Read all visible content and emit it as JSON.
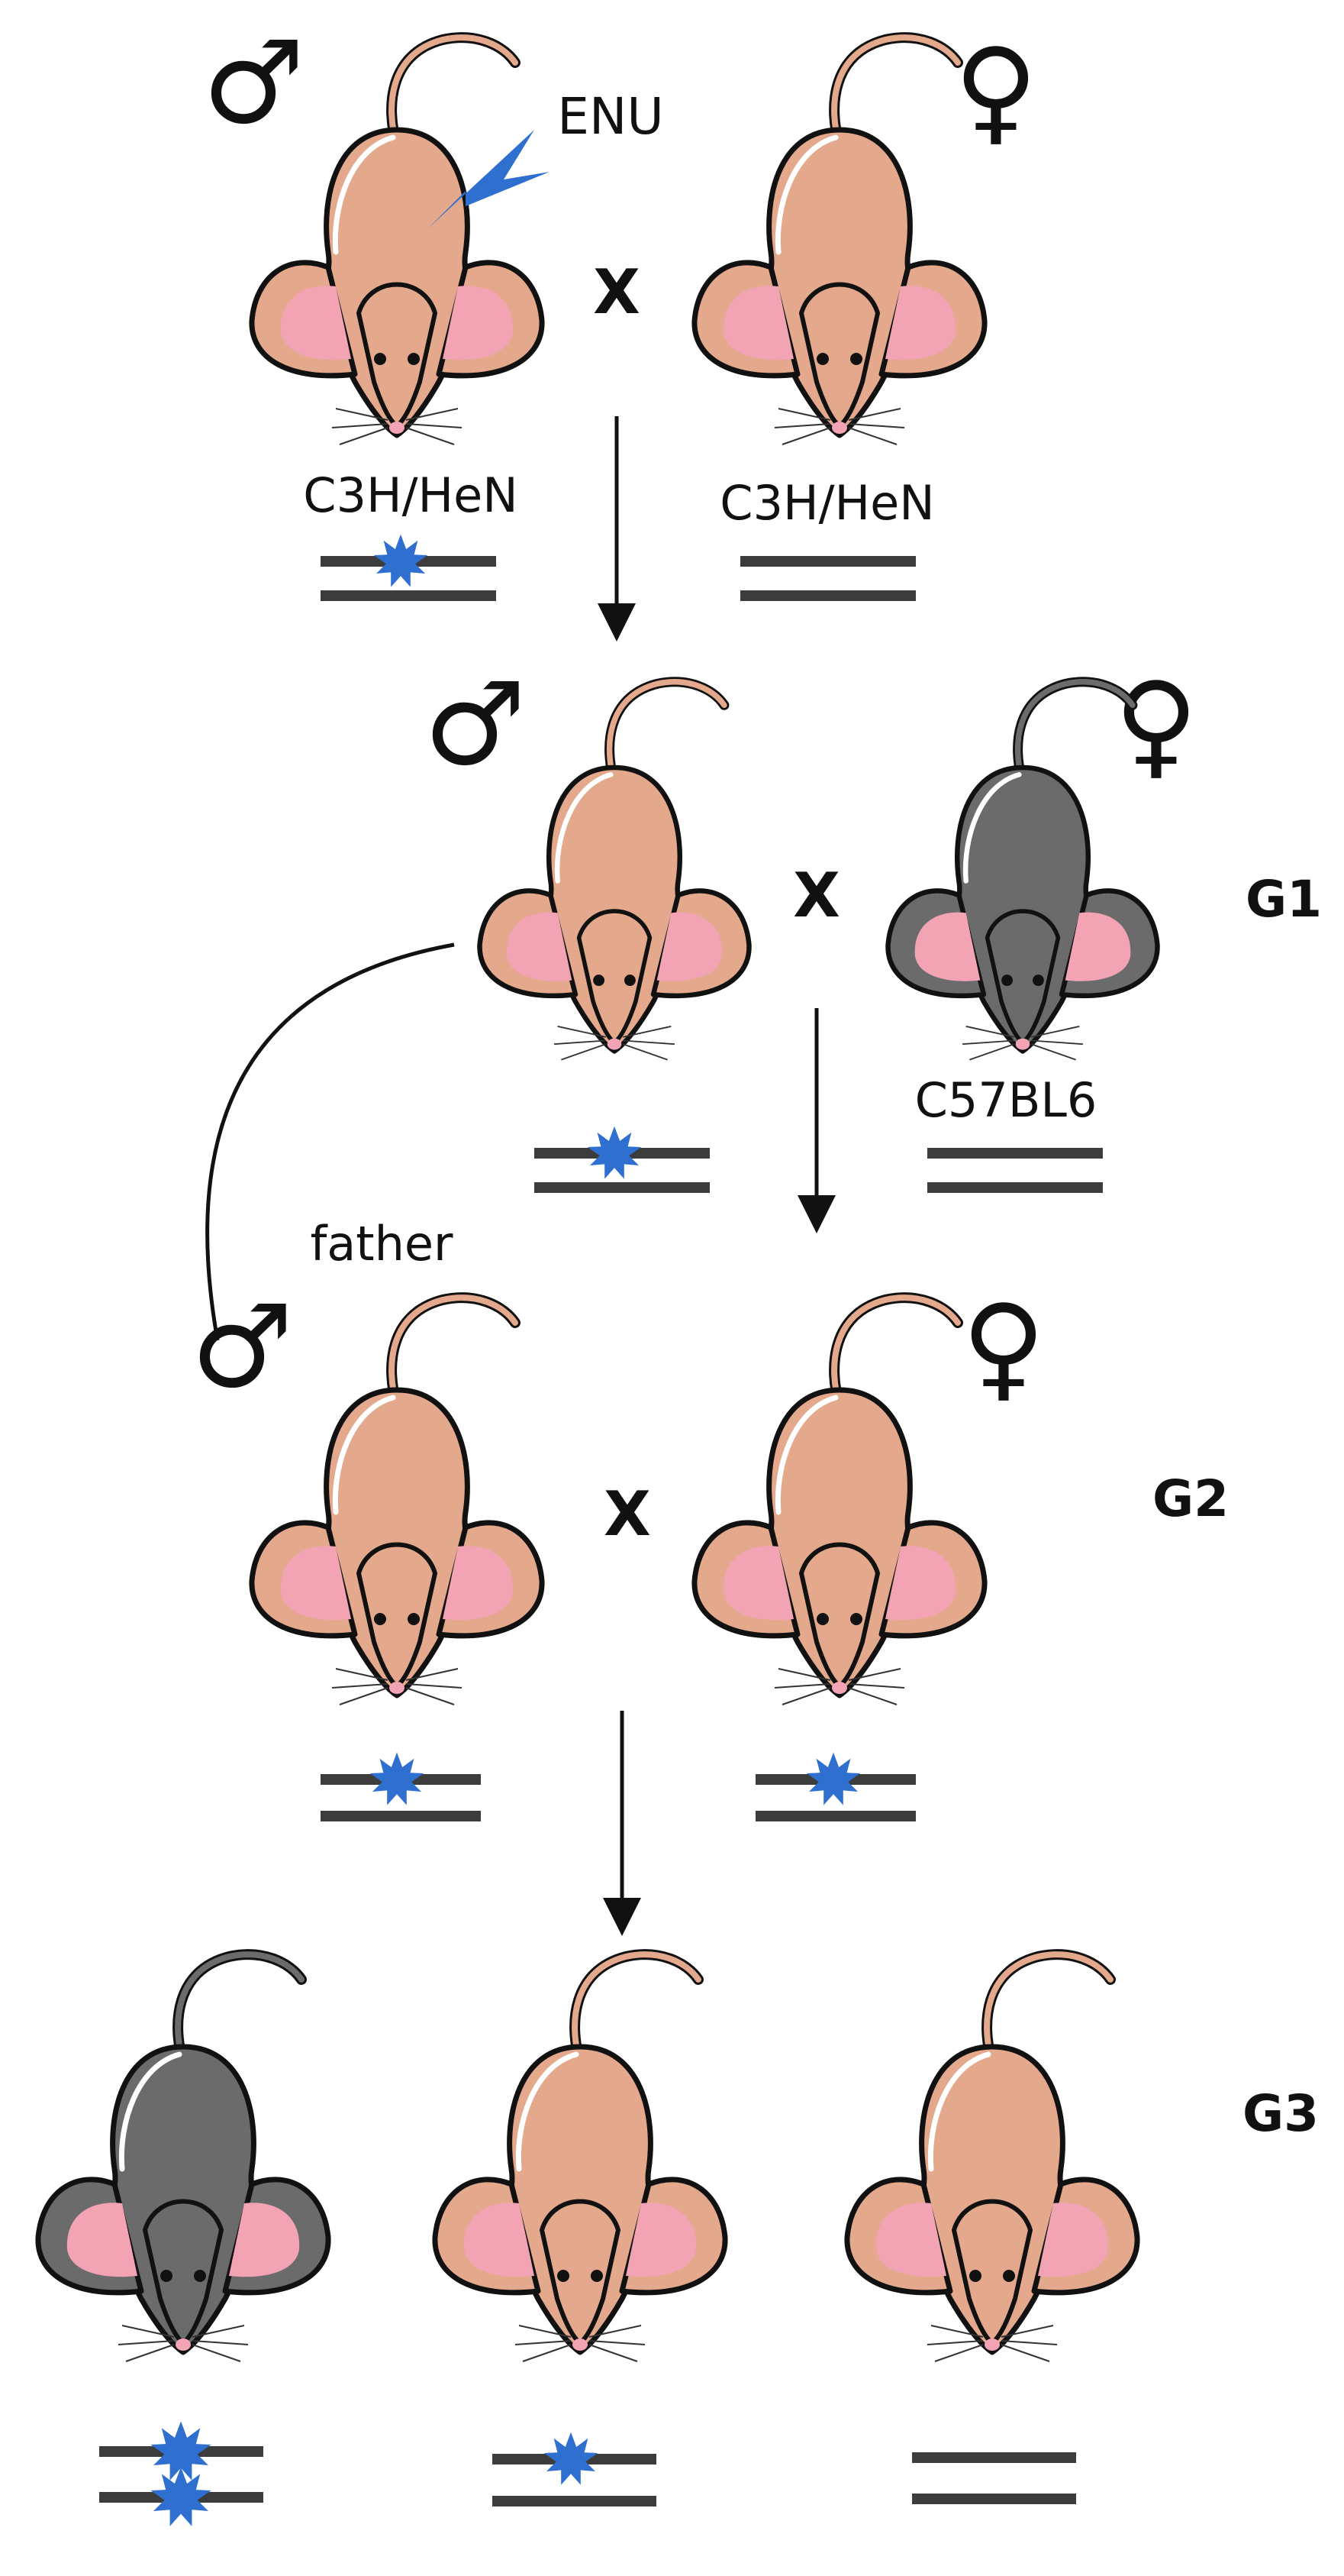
{
  "labels": {
    "mutagen": "ENU",
    "cross_mark": "X",
    "strain_p0_male": "C3H/HeN",
    "strain_p0_female": "C3H/HeN",
    "strain_g1_female": "C57BL6",
    "father": "father"
  },
  "generations": {
    "g1": "G1",
    "g2": "G2",
    "g3": "G3"
  },
  "sex_symbols": {
    "male": "♂",
    "female": "♀"
  },
  "colors": {
    "tan_fur": "#e4a98c",
    "gray_fur": "#6b6b6b",
    "ear_pink": "#f2a3b4",
    "mutation_blue": "#2f6fd0",
    "chromosome": "#3c3c3c",
    "outline": "#111111"
  },
  "mutation_states": [
    {
      "id": "p0-male",
      "alleles_mutated": 1
    },
    {
      "id": "p0-female",
      "alleles_mutated": 0
    },
    {
      "id": "g1-male",
      "alleles_mutated": 1
    },
    {
      "id": "g1-female",
      "alleles_mutated": 0
    },
    {
      "id": "g2-male",
      "alleles_mutated": 1
    },
    {
      "id": "g2-female",
      "alleles_mutated": 1
    },
    {
      "id": "g3-gray",
      "alleles_mutated": 2
    },
    {
      "id": "g3-tan-het",
      "alleles_mutated": 1
    },
    {
      "id": "g3-tan-wt",
      "alleles_mutated": 0
    }
  ]
}
